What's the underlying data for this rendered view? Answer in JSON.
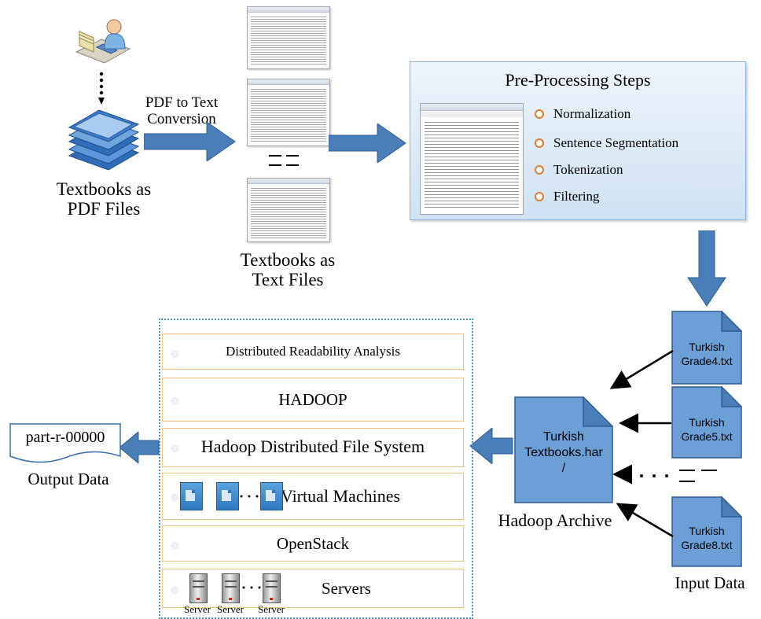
{
  "pdf_stage": {
    "label_line1": "Textbooks as",
    "label_line2": "PDF Files",
    "icons": [
      "user-at-desk-icon",
      "ellipsis-dots",
      "pdf-stack-icon"
    ]
  },
  "conversion": {
    "label_line1": "PDF to Text",
    "label_line2": "Conversion"
  },
  "text_files": {
    "label_line1": "Textbooks as",
    "label_line2": "Text Files",
    "icons": [
      "text-file-window-icon",
      "text-file-window-icon",
      "text-file-window-icon"
    ]
  },
  "preprocessing": {
    "title": "Pre-Processing Steps",
    "steps": [
      "Normalization",
      "Sentence Segmentation",
      "Tokenization",
      "Filtering"
    ]
  },
  "input_files": [
    "Turkish Grade4.txt",
    "Turkish Grade5.txt",
    "Turkish Grade8.txt"
  ],
  "input_label": "Input Data",
  "archive": {
    "name_line1": "Turkish",
    "name_line2": "Textbooks.har",
    "name_line3": "/",
    "label": "Hadoop Archive"
  },
  "output": {
    "file": "part-r-00000",
    "label": "Output Data"
  },
  "stack_layers": [
    "Distributed Readability Analysis",
    "HADOOP",
    "Hadoop Distributed File System",
    "Virtual Machines",
    "OpenStack",
    "Servers"
  ],
  "server_labels": [
    "Server",
    "Server",
    "Server"
  ],
  "colors": {
    "arrow_blue": "#4a7eb8",
    "file_blue": "#6b9fd6",
    "layer_border": "#f1c27b",
    "stack_border": "#4a90d9",
    "bullet_orange": "#e07b2a"
  }
}
